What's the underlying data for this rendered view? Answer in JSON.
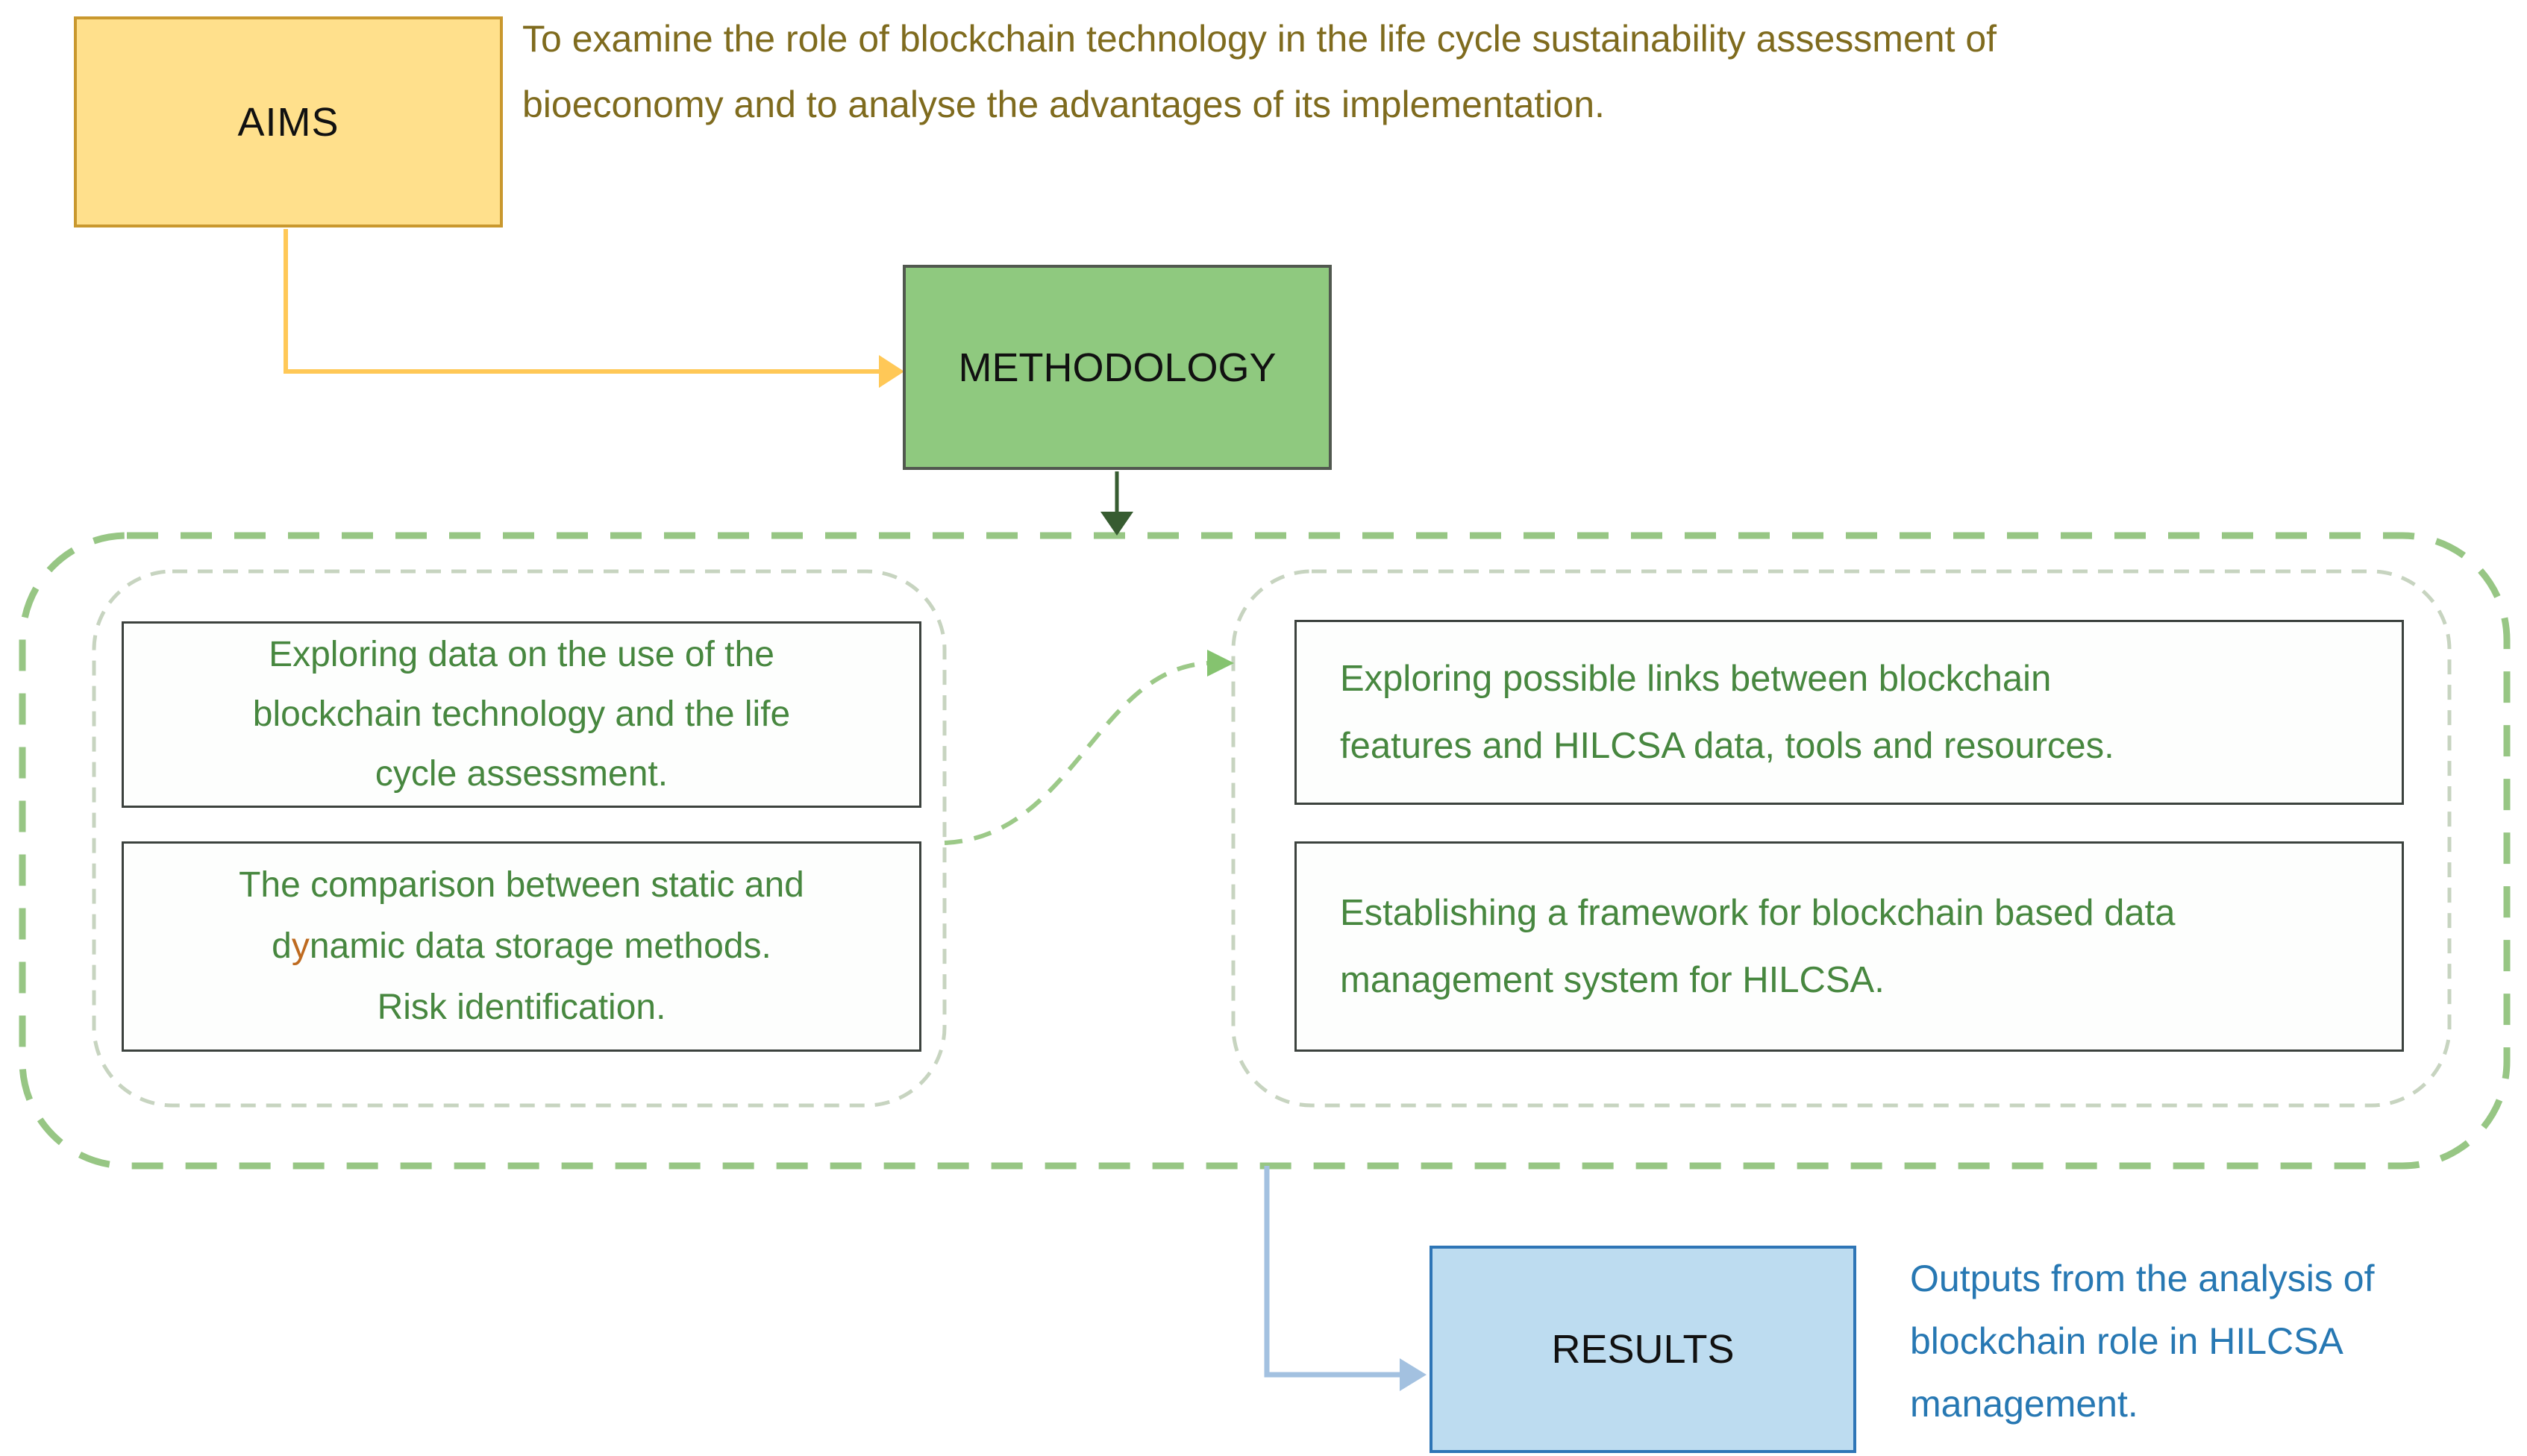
{
  "colors": {
    "aims-fill": "#FFE08C",
    "aims-border": "#C9982E",
    "olive-text": "#7F6B1E",
    "arrow-yellow": "#FFC857",
    "meth-fill": "#8FC97F",
    "meth-border": "#51584F",
    "arrow-darkgreen": "#375C31",
    "outer-dash": "#97C684",
    "inner-dash": "#C7D4C0",
    "sdash": "#9CC988",
    "sdash-head": "#85C36F",
    "box-border": "#3C423E",
    "green-text": "#47873F",
    "orange-letter": "#BE6A1F",
    "arrow-blue": "#A3C1E0",
    "results-fill": "#BDDCF0",
    "results-border": "#2E75B6",
    "blue-text": "#2778B3"
  },
  "aims": {
    "label": "AIMS",
    "description": "To examine the role of blockchain technology in the life cycle sustainability assessment of\nbioeconomy and to analyse the advantages of its implementation."
  },
  "methodology": {
    "label": "METHODOLOGY",
    "left_items": [
      {
        "text": "Exploring data on the use of the\nblockchain technology and the life\ncycle assessment."
      },
      {
        "text_prefix": "The comparison between static and\nd",
        "text_highlight": "y",
        "text_suffix": "namic data storage methods.\nRisk identification."
      }
    ],
    "right_items": [
      {
        "text": "Exploring possible links between blockchain\nfeatures and HILCSA data, tools and resources."
      },
      {
        "text": "Establishing a framework for blockchain based data\nmanagement system for HILCSA."
      }
    ]
  },
  "results": {
    "label": "RESULTS",
    "description": "Outputs from the analysis of\nblockchain role in HILCSA\nmanagement."
  }
}
